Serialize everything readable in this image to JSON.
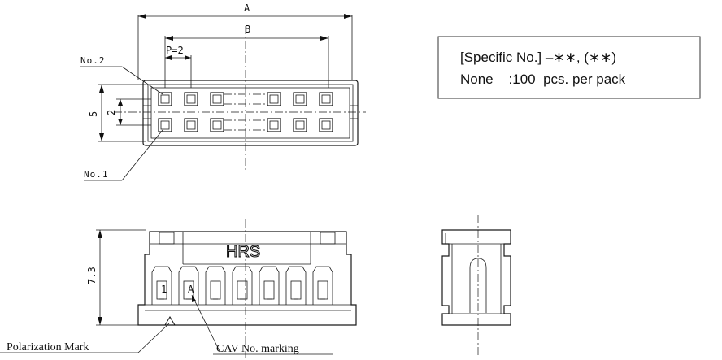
{
  "dimensions": {
    "a": "A",
    "b": "B",
    "pitch": "P=2",
    "height5": "5",
    "height2": "2",
    "height73": "7.3"
  },
  "labels": {
    "no2": "No.2",
    "no1": "No.1",
    "polarization_mark": "Polarization Mark",
    "cav_marking": "CAV No. marking",
    "cav_1": "1",
    "cav_a": "A",
    "logo": "HRS"
  },
  "spec_box": {
    "line1": "[Specific No.]  –∗∗, (∗∗)",
    "line2": "None    :100  pcs. per pack"
  }
}
